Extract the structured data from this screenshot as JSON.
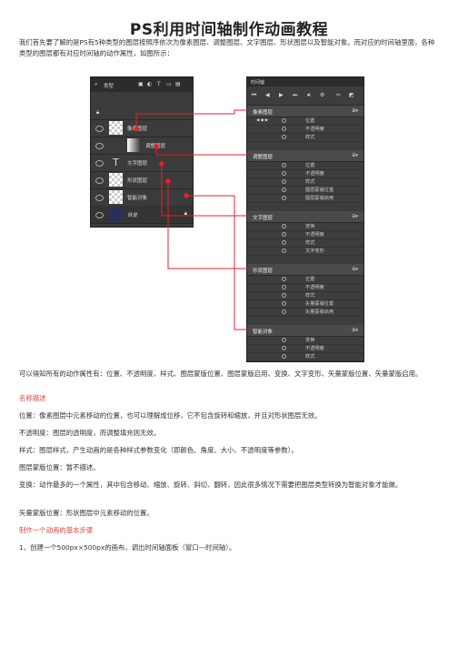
{
  "title": "PS利用时间轴制作动画教程",
  "intro": "我们首先要了解的是PS有5种类型的图层按照序依次为像素图层、调整图层、文字图层、形状图层以及智能对象。而对应的时间轴里面，各种类型的图层都有对应时间轴的动作属性，如图所示：",
  "layers_panel": {
    "filter_label": "类型",
    "layers": [
      {
        "name": "像素图层"
      },
      {
        "name": "调整图层"
      },
      {
        "name": "文字图层"
      },
      {
        "name": "形状图层"
      },
      {
        "name": "智能对象"
      },
      {
        "name": "背景"
      }
    ]
  },
  "timeline_panel": {
    "tab": "时间轴",
    "groups": [
      {
        "name": "像素图层",
        "menu": "⊞▾",
        "props": [
          "位置",
          "不透明度",
          "样式"
        ]
      },
      {
        "name": "调整图层",
        "menu": "⊞▾",
        "props": [
          "位置",
          "不透明度",
          "样式",
          "图层蒙版位置",
          "图层蒙版启用"
        ]
      },
      {
        "name": "文字图层",
        "menu": "⊞▾",
        "props": [
          "变换",
          "不透明度",
          "样式",
          "文字变形"
        ]
      },
      {
        "name": "形状图层",
        "menu": "⊞▾",
        "props": [
          "位置",
          "不透明度",
          "样式",
          "矢量蒙版位置",
          "矢量蒙版启用"
        ]
      },
      {
        "name": "智能对象",
        "menu": "⊞▾",
        "props": [
          "变换",
          "不透明度",
          "样式"
        ]
      }
    ]
  },
  "summary": "可以得知所有的动作属性有：位置、不透明度、样式、图层蒙版位置、图层蒙版启用、变换、文字变形、矢量蒙版位置、矢量蒙版启用。",
  "section1_heading": "名称描述",
  "desc": [
    "位置：像素图层中元素移动的位置，也可以理解成位移，它不包含旋转和缩放，并且对形状图层无效。",
    "不透明度：图层的透明度，而调整填充则无效。",
    "样式：图层样式，产生动画的是各种样式参数变化（即颜色、角度、大小、不透明度等参数）。",
    "图层蒙版位置：暂不描述。",
    "变换：动作最多的一个属性，其中包含移动、缩放、旋转、斜切、翻转，因此很多情况下需要把图层类型转换为智能对象才能做。",
    "矢量蒙版位置：形状图层中元素移动的位置。"
  ],
  "section2_heading": "制作一个动画的基本步骤",
  "step1": "1、创建一个500px×500px的画布，调出时间轴面板（窗口—时间轴）。",
  "colors": {
    "accent_red": "#e0453f",
    "connector_red": "#e8212a",
    "panel_dark": "#3b3b3b"
  }
}
